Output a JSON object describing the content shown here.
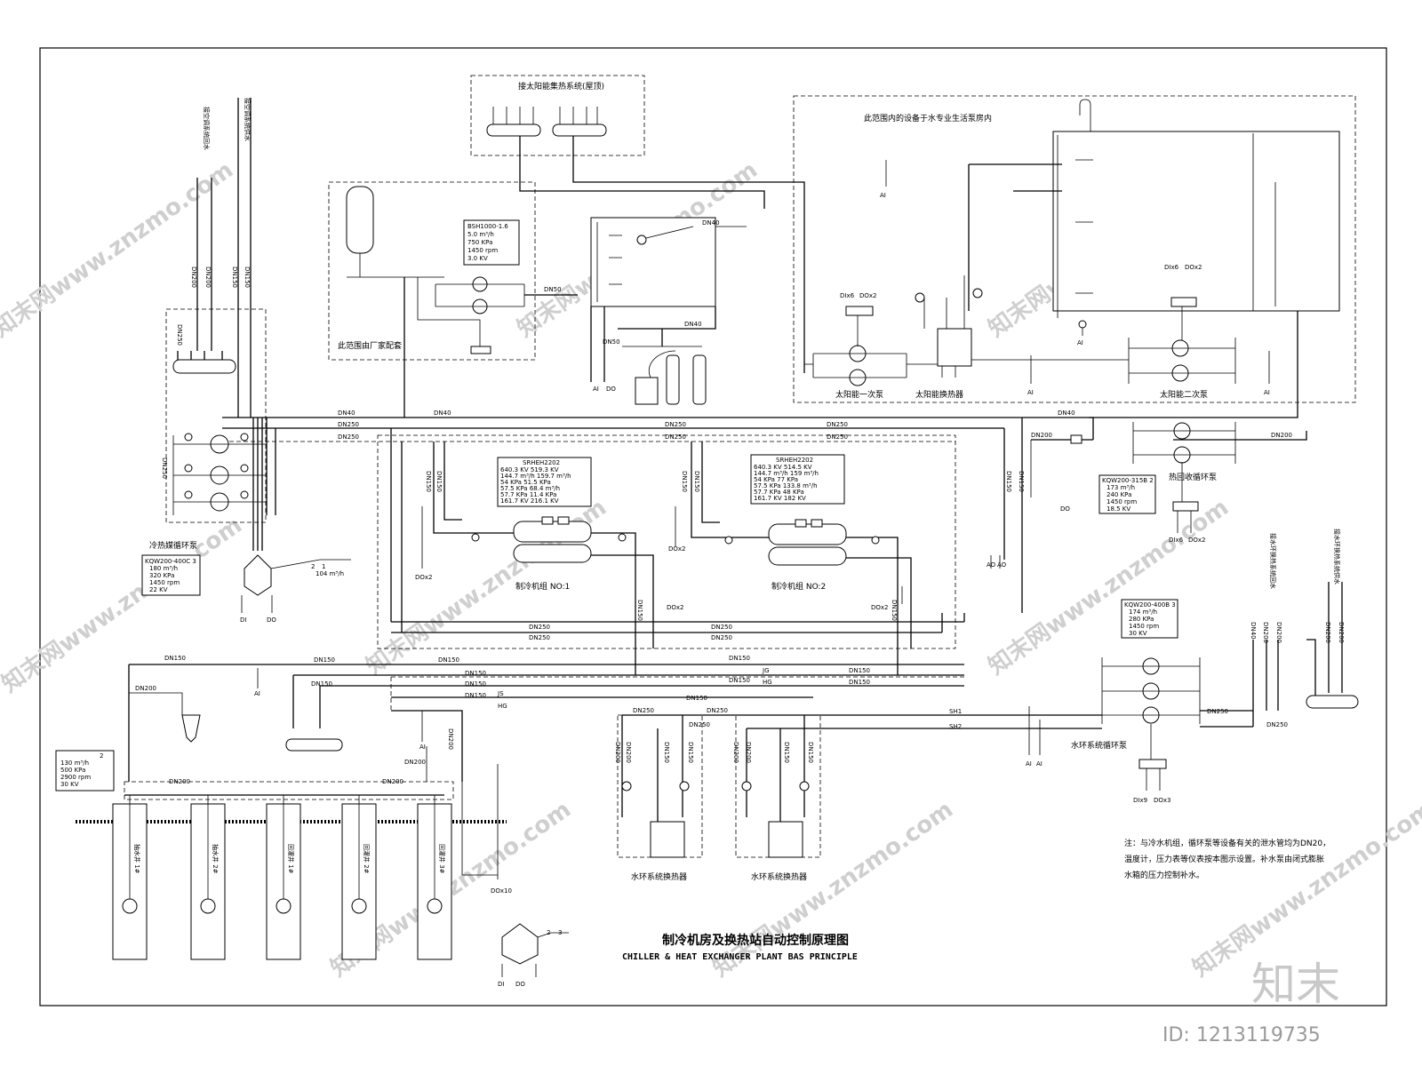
{
  "title": {
    "cn": "制冷机房及换热站自动控制原理图",
    "en": "CHILLER & HEAT EXCHANGER PLANT BAS PRINCIPLE"
  },
  "zones": {
    "solar_top": "接太阳能集热系统(屋顶)",
    "water_room": "此范围内的设备于水专业生活泵房内",
    "vendor": "此范围由厂家配套"
  },
  "vertical_labels": {
    "ac_return": "接空调系统回水",
    "ac_supply": "接空调系统供水",
    "wl_return": "接水环换热系统回水",
    "wl_supply": "接水环换热系统供水",
    "well_1": "抽水井 1#",
    "well_2": "抽水井 2#",
    "well_3": "回灌井 1#",
    "well_4": "回灌井 2#",
    "well_5": "回灌井 3#"
  },
  "equipment": {
    "chiller1": "制冷机组 NO:1",
    "chiller2": "制冷机组 NO:2",
    "cold_heat_pump": "冷热媒循环泵",
    "solar_primary": "太阳能一次泵",
    "solar_hx": "太阳能换热器",
    "solar_secondary": "太阳能二次泵",
    "heat_recovery_pump": "热回收循环泵",
    "wl_pump": "水环系统循环泵",
    "wl_hx1": "水环系统换热器",
    "wl_hx2": "水环系统换热器"
  },
  "spec_boxes": {
    "vendor_pump": [
      "BSH1000-1.6",
      "5.0  m³/h",
      "750 KPa",
      "1450  rpm",
      "3.0 KV"
    ],
    "chiller1": [
      "SRHEH2202",
      "640.3 KV   519.3 KV",
      "144.7 m³/h   159.7 m³/h",
      "54 KPa   51.5 KPa",
      "57.5 KPa   68.4 m³/h",
      "57.7 KPa   11.4 KPa",
      "161.7 KV   216.1 KV"
    ],
    "chiller2": [
      "SRHEH2202",
      "640.3 KV   514.5 KV",
      "144.7 m³/h   159 m³/h",
      "54 KPa   77 KPa",
      "57.5 KPa   133.8 m³/h",
      "57.7 KPa   48 KPa",
      "161.7 KV   182 KV"
    ],
    "cold_heat_pump": [
      "KQW200-400C   3",
      "180  m³/h",
      "320 KPa",
      "1450  rpm",
      "22  KV"
    ],
    "heat_recovery_pump": [
      "KQW200-315B   2",
      "173  m³/h",
      "240 KPa",
      "1450  rpm",
      "18.5  KV"
    ],
    "wl_pump": [
      "KQW200-400B   3",
      "174  m³/h",
      "280 KPa",
      "1450  rpm",
      "30  KV"
    ],
    "well_pump": [
      "2",
      "130  m³/h",
      "500 KPa",
      "2900  rpm",
      "30  KV"
    ]
  },
  "pipe_labels": [
    "DN40",
    "DN250",
    "DN250",
    "DN250",
    "DN250",
    "DN250",
    "DN250",
    "DN40",
    "DN200",
    "DN200",
    "DN150",
    "DN150",
    "DN150",
    "DN150",
    "DN250",
    "DN250",
    "DN250",
    "DN250",
    "DN200",
    "DN200",
    "DN150",
    "DN150",
    "DN150",
    "DN150",
    "DN150",
    "DN150",
    "DN150",
    "DN200",
    "DN200",
    "DN200",
    "DN250",
    "DN250",
    "DN40",
    "DN40",
    "DN50",
    "DN50",
    "SH1",
    "SH2",
    "JG",
    "HG",
    "JS",
    "HG"
  ],
  "signals": [
    "AI",
    "AI",
    "AI",
    "AI",
    "AI",
    "AI",
    "AI",
    "AI",
    "AO",
    "AO",
    "DO",
    "DO",
    "DO",
    "DI",
    "DI",
    "DOx2",
    "DOx2",
    "DOx2",
    "DOx2",
    "DOx2",
    "DIx6",
    "DOx2",
    "DIx6",
    "DOx2",
    "DIx6",
    "DOx2",
    "DIx9",
    "DOx3",
    "DOx10"
  ],
  "meters": {
    "tank1": [
      "2",
      "1",
      "104  m³/h"
    ],
    "tank2": [
      "2",
      "3"
    ]
  },
  "note": [
    "注：与冷水机组，循环泵等设备有关的泄水管均为DN20，",
    "温度计，压力表等仪表按本图示设置。补水泵由闭式膨胀",
    "水箱的压力控制补水。"
  ],
  "watermark": "知末网www.znzmo.com",
  "brand": "知末",
  "id_label": "ID: 1213119735"
}
